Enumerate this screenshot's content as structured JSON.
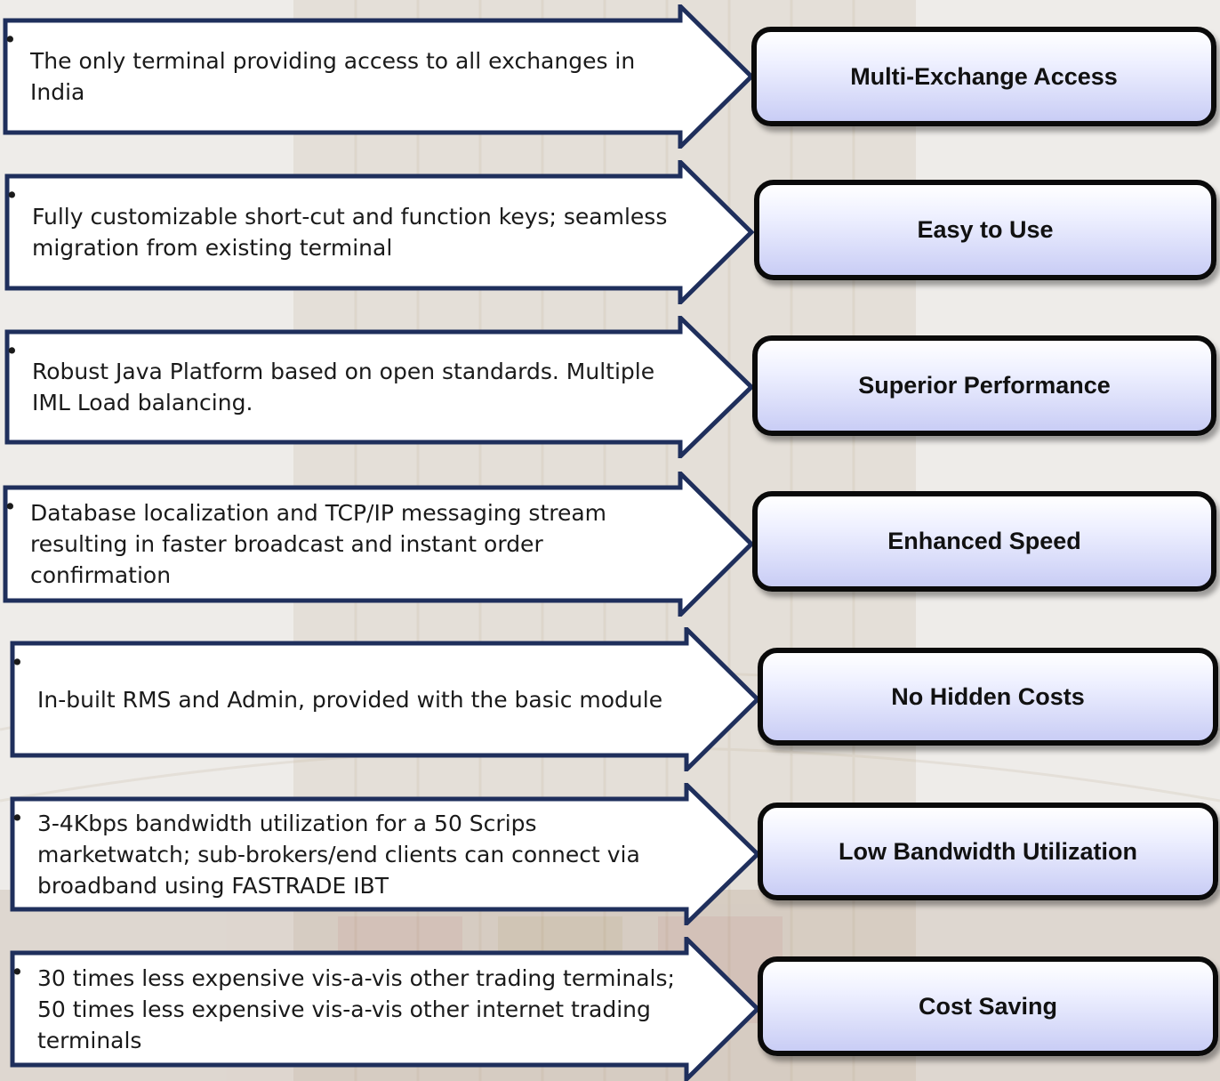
{
  "bullet": "•",
  "features": [
    {
      "description": "The only terminal providing access to all exchanges in India",
      "title": "Multi-Exchange Access"
    },
    {
      "description": "Fully customizable short-cut and function keys; seamless migration from existing terminal",
      "title": "Easy to Use"
    },
    {
      "description": "Robust Java Platform based on open standards. Multiple IML Load balancing.",
      "title": "Superior Performance"
    },
    {
      "description": "Database localization and TCP/IP messaging stream resulting in faster broadcast and instant order confirmation",
      "title": "Enhanced Speed"
    },
    {
      "description": "In-built RMS and Admin, provided with the basic module",
      "title": "No Hidden Costs"
    },
    {
      "description": "3-4Kbps bandwidth utilization for a 50 Scrips marketwatch; sub-brokers/end clients can connect via broadband using FASTRADE IBT",
      "title": "Low Bandwidth Utilization"
    },
    {
      "description": "30 times less expensive vis-a-vis other trading terminals; 50 times less expensive vis-a-vis other internet trading terminals",
      "title": "Cost Saving"
    }
  ],
  "colors": {
    "arrow_stroke": "#1f2f5c",
    "box_border": "#0a0a0a",
    "box_fill_top": "#ffffff",
    "box_fill_bottom": "#c9cdf5"
  }
}
